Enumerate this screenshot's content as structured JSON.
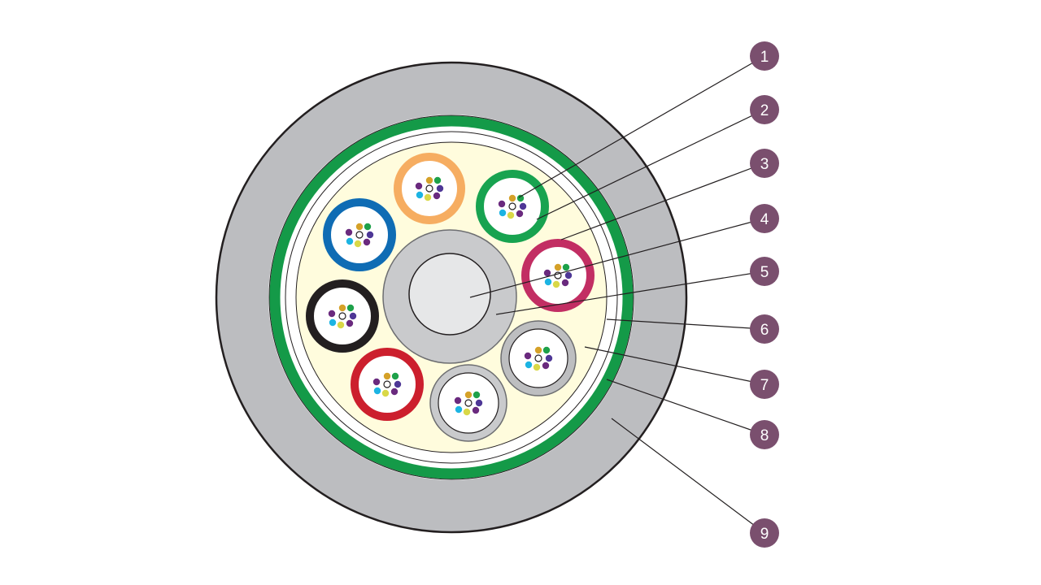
{
  "diagram": {
    "callouts": [
      "1",
      "2",
      "3",
      "4",
      "5",
      "6",
      "7",
      "8",
      "9"
    ],
    "colors": {
      "outer_sheath": "#bcbdc0",
      "armor_green": "#149a48",
      "gel_fill": "#fffcdd",
      "strength_member": "#e6e7e8",
      "central_buffer": "#c9cacc",
      "callout_badge": "#7a4f6e",
      "outline": "#231f20"
    },
    "tubes": [
      {
        "name": "orange-tube",
        "color": "#f6ad61"
      },
      {
        "name": "green-tube",
        "color": "#18a350"
      },
      {
        "name": "blue-tube",
        "color": "#0f6cb4"
      },
      {
        "name": "rose-tube",
        "color": "#c22e63"
      },
      {
        "name": "black-tube",
        "color": "#231f20"
      },
      {
        "name": "red-tube",
        "color": "#cc1f2d"
      },
      {
        "name": "gray-filler-tube",
        "color": "#bdbec0"
      },
      {
        "name": "light-gray-filler-tube",
        "color": "#c9cacc"
      }
    ],
    "fiber_colors": [
      "#d5a128",
      "#1ea14a",
      "#6a2a7e",
      "#4e3796",
      "#1cb4e3",
      "#d9d847",
      "#6a2a7e",
      "#4e3796"
    ]
  }
}
